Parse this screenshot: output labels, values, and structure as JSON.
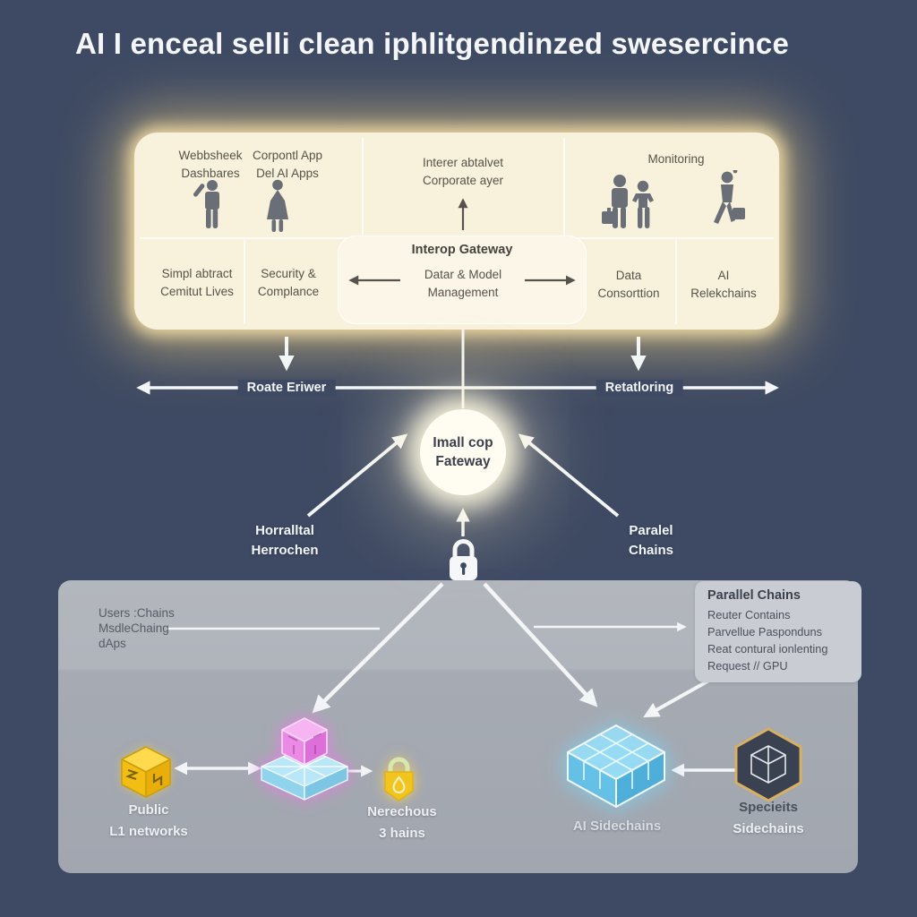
{
  "title": "AI I enceal selli clean iphlitgendinzed swesercince",
  "colors": {
    "background": "#3e4a63",
    "cream_panel": "#f8f1dc",
    "cream_inner": "#fbf6e8",
    "warm_glow": "#f5dca6",
    "gray_panel": "#a4a9b1",
    "gray_panel_top": "#b1b5bc",
    "info_box": "#c9ccd3",
    "arrow_white": "#f3f5f7",
    "text_dark": "#55534a",
    "yellow_cube": "#f5c61d",
    "pink_cube": "#ea8ae4",
    "blue_cube": "#7fd2f0",
    "gold_lock": "#f2c41e"
  },
  "top_panel": {
    "web_dashboards": {
      "line1": "Webbsheek",
      "line2": "Dashbares",
      "icon": "person-waving-icon"
    },
    "corporate_apps": {
      "line1": "Corpontl App",
      "line2": "Del AI Apps",
      "icon": "person-woman-icon"
    },
    "enterprise_layer": {
      "line1": "Interer abtalvet",
      "line2": "Corporate ayer"
    },
    "monitoring": {
      "label": "Monitoring",
      "icons": [
        "people-pair-icon",
        "person-walking-icon"
      ]
    },
    "smart_contracts": {
      "line1": "Simpl abtract",
      "line2": "Cemitut Lives"
    },
    "security": {
      "line1": "Security &",
      "line2": "Complance"
    },
    "gateway_box": {
      "header": "Interop Gateway",
      "line1": "Datar & Model",
      "line2": "Management"
    },
    "data_consortium": {
      "line1": "Data",
      "line2": "Consorttion"
    },
    "ai_chains": {
      "line1": "AI",
      "line2": "Relekchains"
    }
  },
  "flow": {
    "left_bus_label": "Roate Eriwer",
    "right_bus_label": "Retatloring",
    "gateway_circle": {
      "line1": "Imall cop",
      "line2": "Fateway"
    },
    "left_diagonal": {
      "line1": "Horralltal",
      "line2": "Herrochen"
    },
    "right_diagonal": {
      "line1": "Paralel",
      "line2": "Chains"
    },
    "lock_icon": "padlock-icon"
  },
  "bottom_panel": {
    "left_list": [
      "Users :Chains",
      "MsdleChaing",
      "dAps"
    ],
    "info_box": {
      "title": "Parallel Chains",
      "items": [
        "Reuter Contains",
        "Parvellue Pasponduns",
        "Reat contural ionlenting",
        "Request // GPU"
      ]
    },
    "nodes": [
      {
        "id": "public-l1",
        "line1": "Public",
        "line2": "L1 networks",
        "icon": "yellow-cube-icon"
      },
      {
        "id": "modular-stack",
        "icon": "pink-cube-stack-icon"
      },
      {
        "id": "nerechous-chains",
        "line1": "Nerechous",
        "line2": "3 hains",
        "icon": "gold-lock-icon"
      },
      {
        "id": "ai-sidechains",
        "line1": "AI Sidechains",
        "icon": "blue-grid-cube-icon"
      },
      {
        "id": "specialist-sidechains",
        "line1": "Specieits",
        "line2": "Sidechains",
        "icon": "hexagon-cube-icon"
      }
    ]
  }
}
